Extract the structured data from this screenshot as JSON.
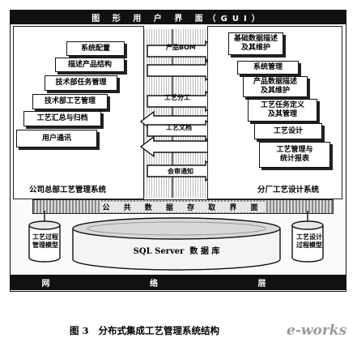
{
  "header": {
    "gui_bar": "图 形 用 户 界 面（GUI）"
  },
  "left_system": {
    "title": "公司总部工艺管理系统",
    "modules": [
      "系统配置",
      "描述产品结构",
      "技术部任务管理",
      "技术部工艺管理",
      "工艺汇总与归档",
      "用户通讯"
    ]
  },
  "center_flows": [
    "产品BOM",
    "工艺分工",
    "工艺文档",
    "会审通知"
  ],
  "right_system": {
    "title": "分厂工艺设计系统",
    "modules": [
      "基础数据描述\n及其维护",
      "系统管理",
      "产品数据描述\n及其维护",
      "工艺任务定义\n及其管理",
      "工艺设计",
      "工艺管理与\n统计报表"
    ]
  },
  "data_access_bar": "公 共 数 据 存 取 界 面",
  "database": {
    "left_model": "工艺过程\n管理模型",
    "center_label": "SQL Server  数 据 库",
    "right_model": "工艺设计\n过程模型"
  },
  "network_bar": "网 络 层",
  "caption": "图 3   分布式集成工艺管理系统结构",
  "logo": "e-works"
}
